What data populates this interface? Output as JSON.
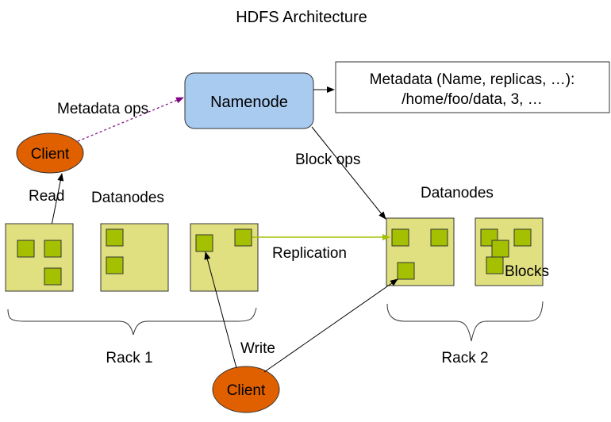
{
  "title": "HDFS Architecture",
  "namenode": {
    "label": "Namenode",
    "color": "#a9cbf0"
  },
  "metadata_box": {
    "line1": "Metadata (Name, replicas, …):",
    "line2": "/home/foo/data, 3, …"
  },
  "clients": [
    {
      "id": "client-read",
      "label": "Client"
    },
    {
      "id": "client-write",
      "label": "Client"
    }
  ],
  "client_color": "#e06000",
  "datanode_color": "#e0e080",
  "block_color": "#a4c000",
  "edges": {
    "metadata_ops": "Metadata ops",
    "block_ops": "Block ops",
    "read": "Read",
    "write": "Write",
    "replication": "Replication"
  },
  "datanodes_label_left": "Datanodes",
  "datanodes_label_right": "Datanodes",
  "blocks_label": "Blocks",
  "racks": [
    {
      "label": "Rack 1"
    },
    {
      "label": "Rack 2"
    }
  ]
}
